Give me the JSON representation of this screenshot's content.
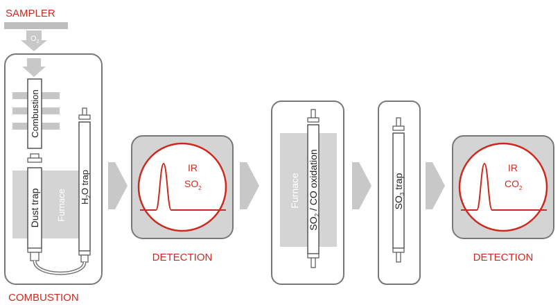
{
  "labels": {
    "sampler": "SAMPLER",
    "o2_base": "O",
    "o2_sub": "2",
    "combustion_section": "COMBUSTION",
    "detection_1": "DETECTION",
    "detection_2": "DETECTION"
  },
  "tubes": {
    "combustion": "Combustion",
    "dust_trap": "Dust trap",
    "furnace_1": "Furnace",
    "h2o_h": "H",
    "h2o_sub": "2",
    "h2o_rest": "O trap",
    "furnace_2": "Furnace",
    "so2_co_base1": "SO",
    "so2_co_sub": "2",
    "so2_co_rest": " / CO oxidation",
    "so3_base": "SO",
    "so3_sub": "3",
    "so3_rest": " trap"
  },
  "detectors": [
    {
      "line1": "IR",
      "gas_base": "SO",
      "gas_sub": "2"
    },
    {
      "line1": "IR",
      "gas_base": "CO",
      "gas_sub": "2"
    }
  ],
  "colors": {
    "accent_red": "#cc2a1e",
    "box_stroke": "#777777",
    "gray_fill": "#d4d4d4",
    "arrow_gray": "#c8c8c8"
  }
}
